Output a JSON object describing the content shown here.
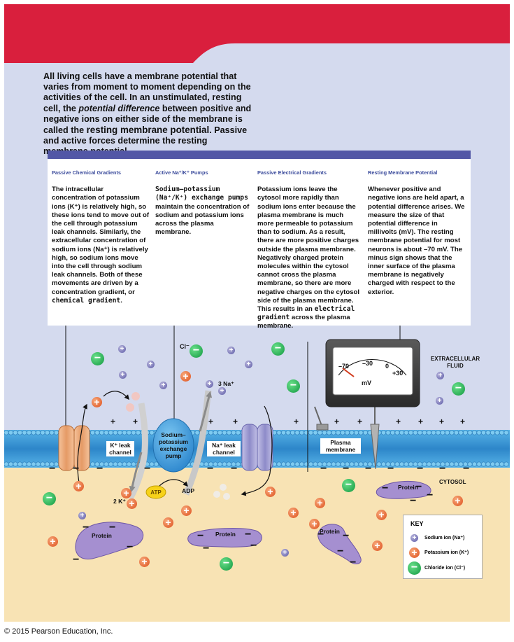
{
  "intro": {
    "part1": "All living cells have a membrane potential that varies from moment to moment depending on the activities of the cell. In an unstimulated, resting cell, the ",
    "italic": "potential difference",
    "part2": " between positive and negative ions on either side of the membrane is called the ",
    "bold": "resting membrane potential",
    "part3": ". Passive and active forces determine the resting membrane potential."
  },
  "panels": [
    {
      "heading": "Passive Chemical Gradients",
      "text1": "The intracellular concentration of potassium ions (K⁺) is relatively high, so these ions tend to move out of the cell through potassium leak channels. Similarly, the extracellular concentration of sodium ions (Na⁺) is relatively high, so sodium ions move into the cell through sodium leak channels. Both of these movements are driven by a concentration gradient, or ",
      "term": "chemical gradient",
      "text2": "."
    },
    {
      "heading": "Active Na⁺/K⁺ Pumps",
      "term": "Sodium–potassium (Na⁺/K⁺) exchange pumps",
      "text1": " maintain the concentration of sodium and potassium ions across the plasma membrane."
    },
    {
      "heading": "Passive Electrical Gradients",
      "text1": "Potassium ions leave the cytosol more rapidly than sodium ions enter because the plasma membrane is much more permeable to potassium than to sodium. As a result, there are more positive charges outside the plasma membrane. Negatively charged protein molecules within the cytosol cannot cross the plasma membrane, so there are more negative charges on the cytosol side of the plasma membrane. This results in an ",
      "term": "electrical gradient",
      "text2": " across the plasma membrane."
    },
    {
      "heading": "Resting Membrane Potential",
      "text1": "Whenever positive and negative ions are held apart, a potential difference arises. We measure the size of that potential difference in millivolts (mV). The resting membrane potential for most neurons is about –70 mV. The minus sign shows that the inner surface of the plasma membrane is negatively charged with respect to the exterior."
    }
  ],
  "labels": {
    "cl_ion": "Cl⁻",
    "three_na": "3 Na⁺",
    "two_k": "2 K⁺",
    "atp": "ATP",
    "adp": "ADP",
    "k_channel": "K⁺ leak channel",
    "na_channel": "Na⁺ leak channel",
    "pump": "Sodium–potassium exchange pump",
    "plasma_membrane": "Plasma membrane",
    "extracellular": "EXTRACELLULAR FLUID",
    "cytosol": "CYTOSOL",
    "protein": "Protein",
    "meter_m70": "–70",
    "meter_m30": "–30",
    "meter_0": "0",
    "meter_p30": "+30",
    "meter_unit": "mV"
  },
  "key": {
    "title": "KEY",
    "sodium": "Sodium ion (Na⁺)",
    "potassium": "Potassium ion (K⁺)",
    "chloride": "Chloride ion (Cl⁻)"
  },
  "copyright": "© 2015 Pearson Education, Inc.",
  "colors": {
    "header_red": "#d91f3d",
    "panel_band": "#5257a6",
    "extracellular": "#d4daee",
    "cytosol": "#f8e3b4",
    "membrane": "#4aa6df",
    "sodium": "#5a58a4",
    "potassium": "#dd4f1c",
    "chloride": "#119840",
    "protein": "#a58fd0"
  }
}
